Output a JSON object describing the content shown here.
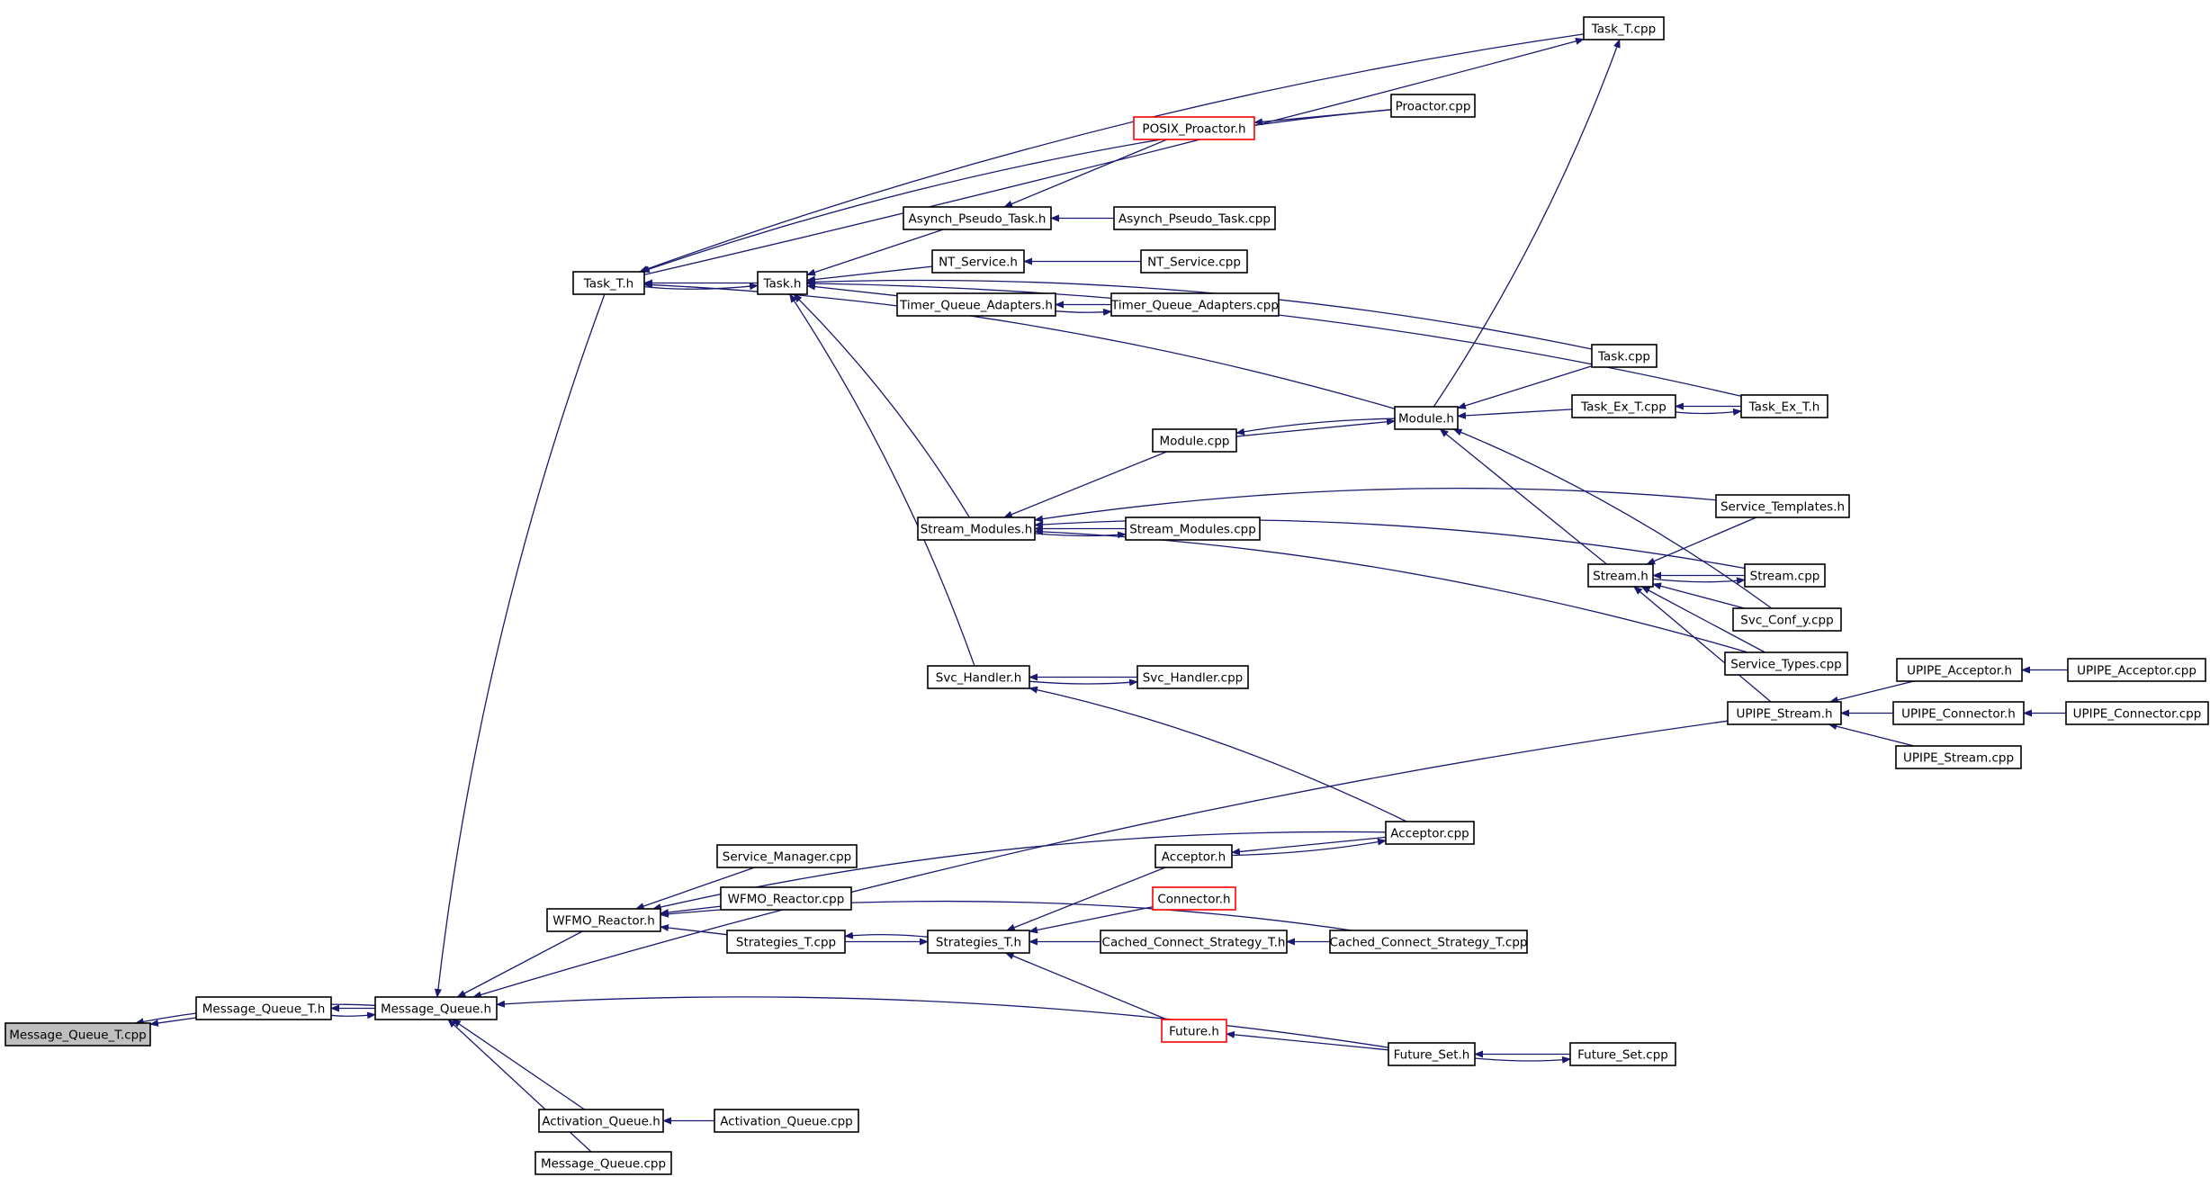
{
  "nodes": [
    {
      "id": "message_queue_t_cpp",
      "label": "Message_Queue_T.cpp",
      "style": "root"
    },
    {
      "id": "message_queue_t_h",
      "label": "Message_Queue_T.h"
    },
    {
      "id": "message_queue_h",
      "label": "Message_Queue.h"
    },
    {
      "id": "task_t_h",
      "label": "Task_T.h"
    },
    {
      "id": "task_h",
      "label": "Task.h"
    },
    {
      "id": "task_t_cpp",
      "label": "Task_T.cpp"
    },
    {
      "id": "proactor_cpp",
      "label": "Proactor.cpp"
    },
    {
      "id": "posix_proactor_h",
      "label": "POSIX_Proactor.h",
      "style": "red"
    },
    {
      "id": "asynch_pseudo_task_h",
      "label": "Asynch_Pseudo_Task.h"
    },
    {
      "id": "asynch_pseudo_task_cpp",
      "label": "Asynch_Pseudo_Task.cpp"
    },
    {
      "id": "nt_service_h",
      "label": "NT_Service.h"
    },
    {
      "id": "nt_service_cpp",
      "label": "NT_Service.cpp"
    },
    {
      "id": "timer_queue_adapters_h",
      "label": "Timer_Queue_Adapters.h"
    },
    {
      "id": "timer_queue_adapters_cpp",
      "label": "Timer_Queue_Adapters.cpp"
    },
    {
      "id": "task_cpp",
      "label": "Task.cpp"
    },
    {
      "id": "module_h",
      "label": "Module.h"
    },
    {
      "id": "task_ex_t_cpp",
      "label": "Task_Ex_T.cpp"
    },
    {
      "id": "task_ex_t_h",
      "label": "Task_Ex_T.h"
    },
    {
      "id": "module_cpp",
      "label": "Module.cpp"
    },
    {
      "id": "stream_modules_h",
      "label": "Stream_Modules.h"
    },
    {
      "id": "stream_modules_cpp",
      "label": "Stream_Modules.cpp"
    },
    {
      "id": "service_templates_h",
      "label": "Service_Templates.h"
    },
    {
      "id": "stream_h",
      "label": "Stream.h"
    },
    {
      "id": "stream_cpp",
      "label": "Stream.cpp"
    },
    {
      "id": "svc_conf_y_cpp",
      "label": "Svc_Conf_y.cpp"
    },
    {
      "id": "service_types_cpp",
      "label": "Service_Types.cpp"
    },
    {
      "id": "svc_handler_h",
      "label": "Svc_Handler.h"
    },
    {
      "id": "svc_handler_cpp",
      "label": "Svc_Handler.cpp"
    },
    {
      "id": "upipe_acceptor_h",
      "label": "UPIPE_Acceptor.h"
    },
    {
      "id": "upipe_acceptor_cpp",
      "label": "UPIPE_Acceptor.cpp"
    },
    {
      "id": "upipe_stream_h",
      "label": "UPIPE_Stream.h"
    },
    {
      "id": "upipe_connector_h",
      "label": "UPIPE_Connector.h"
    },
    {
      "id": "upipe_connector_cpp",
      "label": "UPIPE_Connector.cpp"
    },
    {
      "id": "upipe_stream_cpp",
      "label": "UPIPE_Stream.cpp"
    },
    {
      "id": "acceptor_cpp",
      "label": "Acceptor.cpp"
    },
    {
      "id": "service_manager_cpp",
      "label": "Service_Manager.cpp"
    },
    {
      "id": "acceptor_h",
      "label": "Acceptor.h"
    },
    {
      "id": "wfmo_reactor_cpp",
      "label": "WFMO_Reactor.cpp"
    },
    {
      "id": "connector_h",
      "label": "Connector.h",
      "style": "red"
    },
    {
      "id": "wfmo_reactor_h",
      "label": "WFMO_Reactor.h"
    },
    {
      "id": "strategies_t_cpp",
      "label": "Strategies_T.cpp"
    },
    {
      "id": "strategies_t_h",
      "label": "Strategies_T.h"
    },
    {
      "id": "cached_connect_strategy_t_h",
      "label": "Cached_Connect_Strategy_T.h"
    },
    {
      "id": "cached_connect_strategy_t_cpp",
      "label": "Cached_Connect_Strategy_T.cpp"
    },
    {
      "id": "future_h",
      "label": "Future.h",
      "style": "red"
    },
    {
      "id": "future_set_h",
      "label": "Future_Set.h"
    },
    {
      "id": "future_set_cpp",
      "label": "Future_Set.cpp"
    },
    {
      "id": "activation_queue_h",
      "label": "Activation_Queue.h"
    },
    {
      "id": "activation_queue_cpp",
      "label": "Activation_Queue.cpp"
    },
    {
      "id": "message_queue_cpp",
      "label": "Message_Queue.cpp"
    }
  ],
  "edges": [
    [
      "message_queue_t_h",
      "message_queue_t_cpp"
    ],
    [
      "message_queue_h",
      "message_queue_t_cpp"
    ],
    [
      "message_queue_h",
      "message_queue_t_h"
    ],
    [
      "message_queue_t_h",
      "message_queue_h"
    ],
    [
      "task_t_h",
      "message_queue_h"
    ],
    [
      "wfmo_reactor_h",
      "message_queue_h"
    ],
    [
      "upipe_stream_h",
      "message_queue_h"
    ],
    [
      "future_set_h",
      "message_queue_h"
    ],
    [
      "activation_queue_h",
      "message_queue_h"
    ],
    [
      "message_queue_cpp",
      "message_queue_h"
    ],
    [
      "task_h",
      "task_t_h"
    ],
    [
      "task_t_h",
      "task_h"
    ],
    [
      "task_t_cpp",
      "task_t_h"
    ],
    [
      "task_t_h",
      "task_t_cpp"
    ],
    [
      "proactor_cpp",
      "task_t_h"
    ],
    [
      "module_h",
      "task_t_h"
    ],
    [
      "asynch_pseudo_task_h",
      "task_h"
    ],
    [
      "nt_service_h",
      "task_h"
    ],
    [
      "timer_queue_adapters_h",
      "task_h"
    ],
    [
      "task_cpp",
      "task_h"
    ],
    [
      "task_ex_t_h",
      "task_h"
    ],
    [
      "stream_modules_h",
      "task_h"
    ],
    [
      "svc_handler_h",
      "task_h"
    ],
    [
      "proactor_cpp",
      "posix_proactor_h"
    ],
    [
      "posix_proactor_h",
      "asynch_pseudo_task_h"
    ],
    [
      "asynch_pseudo_task_cpp",
      "asynch_pseudo_task_h"
    ],
    [
      "nt_service_cpp",
      "nt_service_h"
    ],
    [
      "timer_queue_adapters_cpp",
      "timer_queue_adapters_h"
    ],
    [
      "timer_queue_adapters_h",
      "timer_queue_adapters_cpp"
    ],
    [
      "module_h",
      "task_t_cpp"
    ],
    [
      "task_cpp",
      "module_h"
    ],
    [
      "task_ex_t_cpp",
      "module_h"
    ],
    [
      "module_cpp",
      "module_h"
    ],
    [
      "module_h",
      "module_cpp"
    ],
    [
      "stream_h",
      "module_h"
    ],
    [
      "svc_conf_y_cpp",
      "module_h"
    ],
    [
      "task_ex_t_h",
      "task_ex_t_cpp"
    ],
    [
      "task_ex_t_cpp",
      "task_ex_t_h"
    ],
    [
      "module_cpp",
      "stream_modules_h"
    ],
    [
      "stream_modules_cpp",
      "stream_modules_h"
    ],
    [
      "stream_modules_h",
      "stream_modules_cpp"
    ],
    [
      "service_templates_h",
      "stream_modules_h"
    ],
    [
      "stream_cpp",
      "stream_modules_h"
    ],
    [
      "service_types_cpp",
      "stream_modules_h"
    ],
    [
      "service_templates_h",
      "stream_h"
    ],
    [
      "stream_cpp",
      "stream_h"
    ],
    [
      "stream_h",
      "stream_cpp"
    ],
    [
      "svc_conf_y_cpp",
      "stream_h"
    ],
    [
      "service_types_cpp",
      "stream_h"
    ],
    [
      "upipe_stream_h",
      "stream_h"
    ],
    [
      "svc_handler_cpp",
      "svc_handler_h"
    ],
    [
      "svc_handler_h",
      "svc_handler_cpp"
    ],
    [
      "acceptor_cpp",
      "svc_handler_h"
    ],
    [
      "upipe_acceptor_h",
      "upipe_stream_h"
    ],
    [
      "upipe_connector_h",
      "upipe_stream_h"
    ],
    [
      "upipe_stream_cpp",
      "upipe_stream_h"
    ],
    [
      "upipe_acceptor_cpp",
      "upipe_acceptor_h"
    ],
    [
      "upipe_connector_cpp",
      "upipe_connector_h"
    ],
    [
      "acceptor_cpp",
      "wfmo_reactor_h"
    ],
    [
      "acceptor_cpp",
      "acceptor_h"
    ],
    [
      "acceptor_h",
      "acceptor_cpp"
    ],
    [
      "service_manager_cpp",
      "wfmo_reactor_h"
    ],
    [
      "wfmo_reactor_cpp",
      "wfmo_reactor_h"
    ],
    [
      "strategies_t_cpp",
      "wfmo_reactor_h"
    ],
    [
      "cached_connect_strategy_t_cpp",
      "wfmo_reactor_h"
    ],
    [
      "acceptor_h",
      "strategies_t_h"
    ],
    [
      "connector_h",
      "strategies_t_h"
    ],
    [
      "strategies_t_cpp",
      "strategies_t_h"
    ],
    [
      "strategies_t_h",
      "strategies_t_cpp"
    ],
    [
      "cached_connect_strategy_t_h",
      "strategies_t_h"
    ],
    [
      "future_h",
      "strategies_t_h"
    ],
    [
      "cached_connect_strategy_t_cpp",
      "cached_connect_strategy_t_h"
    ],
    [
      "future_set_h",
      "future_h"
    ],
    [
      "future_set_cpp",
      "future_set_h"
    ],
    [
      "future_set_h",
      "future_set_cpp"
    ],
    [
      "activation_queue_cpp",
      "activation_queue_h"
    ]
  ]
}
